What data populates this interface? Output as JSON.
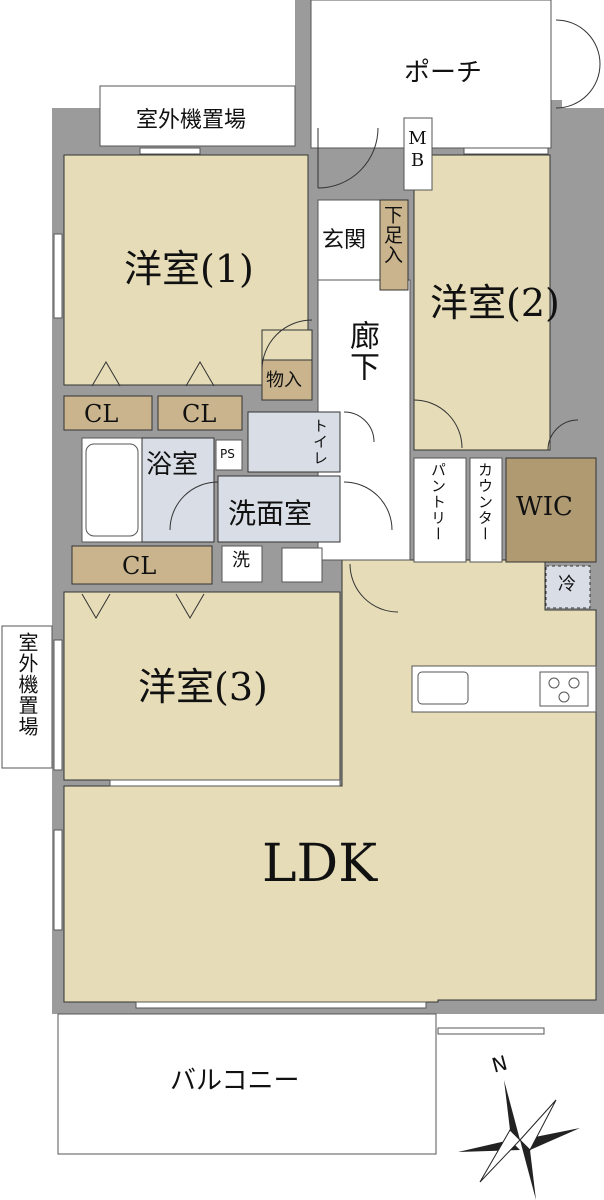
{
  "colors": {
    "wall": "#9b9b9b",
    "room": "#e6dcb8",
    "wet": "#d8dde6",
    "storage": "#c9b48d",
    "wic": "#b09a72",
    "outdoor": "#ffffff",
    "line": "#333333"
  },
  "labels": {
    "porch": "ポーチ",
    "outdoor_unit_top": "室外機置場",
    "outdoor_unit_left": "室外機置場",
    "mb": "MB",
    "entrance": "玄関",
    "shoe_storage": "下足入",
    "hallway": "廊下",
    "bedroom1": "洋室(1)",
    "bedroom2": "洋室(2)",
    "bedroom3": "洋室(3)",
    "closet1": "CL",
    "closet2": "CL",
    "closet3": "CL",
    "storage": "物入",
    "toilet": "トイレ",
    "bath": "浴室",
    "ps": "PS",
    "washroom": "洗面室",
    "washer": "洗",
    "pantry": "パントリー",
    "counter": "カウンター",
    "wic": "WIC",
    "fridge": "冷",
    "ldk": "LDK",
    "balcony": "バルコニー",
    "north": "N"
  }
}
